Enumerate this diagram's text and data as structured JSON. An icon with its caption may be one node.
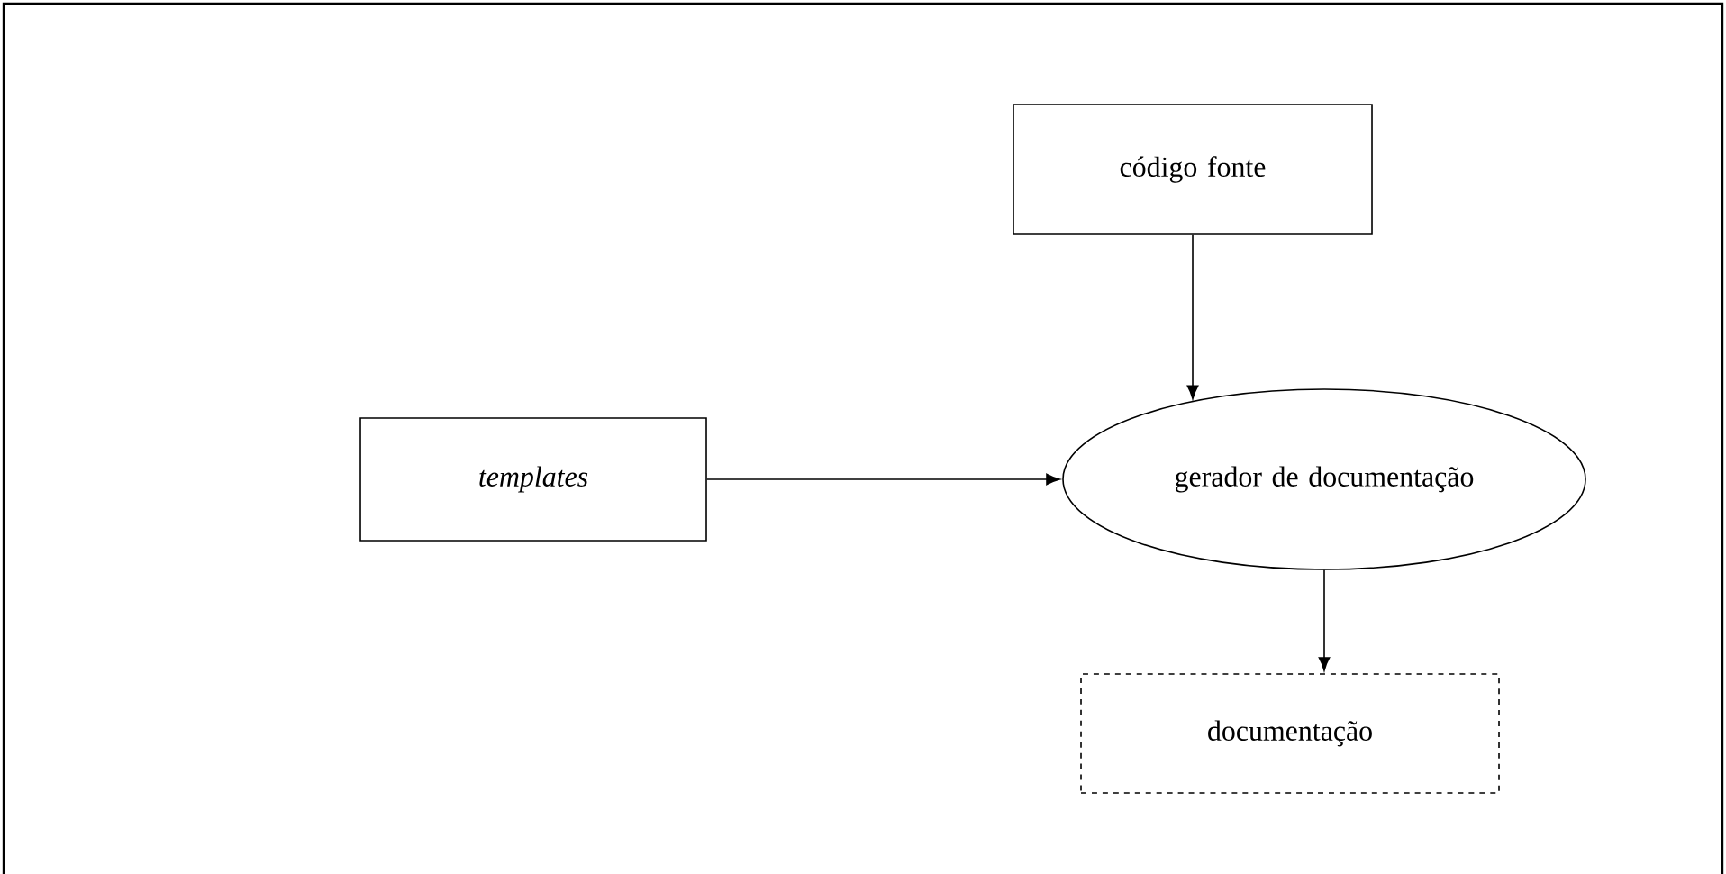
{
  "diagram": {
    "nodes": [
      {
        "text": [
          "código fonte"
        ]
      },
      {
        "text": [
          "templates"
        ]
      },
      {
        "text": [
          "gerador de documentação"
        ]
      },
      {
        "text": [
          "documentação"
        ]
      }
    ],
    "edges": [
      {
        "from": 0,
        "to": 2,
        "arrow": "to"
      },
      {
        "from": 1,
        "to": 2,
        "arrow": "to"
      },
      {
        "from": 2,
        "to": 3,
        "arrow": "to"
      }
    ]
  }
}
